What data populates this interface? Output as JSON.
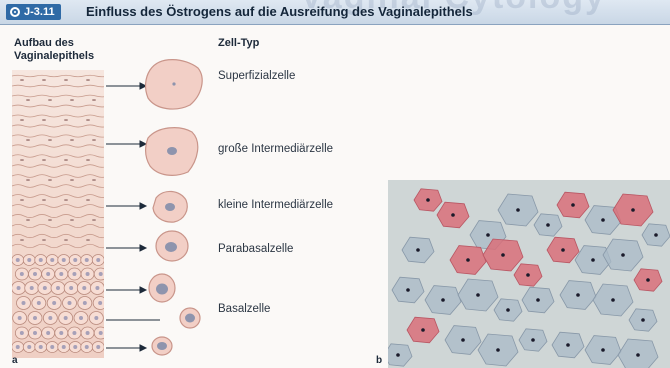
{
  "figure": {
    "number": "J-3.11",
    "title": "Einfluss des Östrogens auf die Ausreifung des Vaginalepithels",
    "watermark": "Vaginal Cytology"
  },
  "left_header": [
    "Aufbau des",
    "Vaginalepithels"
  ],
  "right_header": "Zell-Typ",
  "cell_types": [
    {
      "label": "Superfizialzelle",
      "type": "superficial"
    },
    {
      "label": "große Intermediärzelle",
      "type": "large-intermediate"
    },
    {
      "label": "kleine Intermediärzelle",
      "type": "small-intermediate"
    },
    {
      "label": "Parabasalzelle",
      "type": "parabasal"
    },
    {
      "label": "Basalzelle",
      "type": "basal"
    }
  ],
  "panel_labels": {
    "a": "a",
    "b": "b"
  },
  "colors": {
    "cell_fill": "#f2cfc6",
    "cell_stroke": "#c9958a",
    "nucleus": "#9aa0b8",
    "header": "#2f6aa6",
    "pink_cell": "#d9707a",
    "blue_cell": "#aab9c7"
  }
}
